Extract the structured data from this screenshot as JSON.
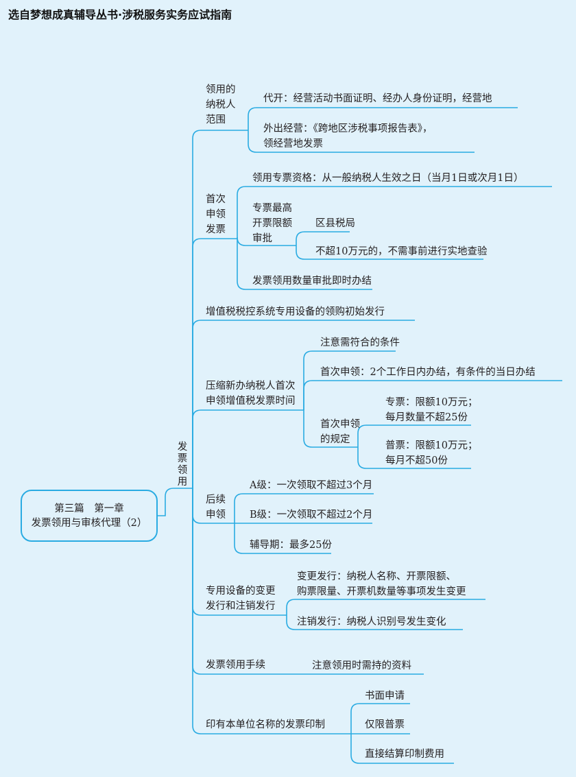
{
  "header": {
    "title": "选自梦想成真辅导丛书·涉税服务实务应试指南"
  },
  "center": {
    "line1": "第三篇　第一章",
    "line2": "发票领用与审核代理（2）"
  },
  "branch_label": "发票领用",
  "colors": {
    "line": "#29abe2",
    "background": "#e1f2fb"
  },
  "nodes": {
    "scope": {
      "label": [
        "领用的",
        "纳税人",
        "范围"
      ],
      "children": [
        "代开：经营活动书面证明、经办人身份证明，经营地",
        [
          "外出经营：《跨地区涉税事项报告表》，",
          "领经营地发票"
        ]
      ]
    },
    "first": {
      "label": [
        "首次",
        "申领",
        "发票"
      ],
      "c1": "领用专票资格：从一般纳税人生效之日（当月1日或次月1日）",
      "c2": {
        "label": [
          "专票最高",
          "开票限额",
          "审批"
        ],
        "children": [
          "区县税局",
          "不超10万元的，不需事前进行实地查验"
        ]
      },
      "c3": "发票领用数量审批即时办结"
    },
    "device": {
      "label": "增值税税控系统专用设备的领购初始发行"
    },
    "compress": {
      "label": [
        "压缩新办纳税人首次",
        "申领增值税发票时间"
      ],
      "c1": "注意需符合的条件",
      "c2": "首次申领：2个工作日内办结，有条件的当日办结",
      "c3": {
        "label": [
          "首次申领",
          "的规定"
        ],
        "children": [
          [
            "专票：限额10万元；",
            "每月数量不超25份"
          ],
          [
            "普票：限额10万元；",
            "每月不超50份"
          ]
        ]
      }
    },
    "subsequent": {
      "label": [
        "后续",
        "申领"
      ],
      "children": [
        "A级：一次领取不超过3个月",
        "B级：一次领取不超过2个月",
        "辅导期：最多25份"
      ]
    },
    "change": {
      "label": [
        "专用设备的变更",
        "发行和注销发行"
      ],
      "children": [
        [
          "变更发行：纳税人名称、开票限额、",
          "购票限量、开票机数量等事项发生变更"
        ],
        "注销发行：纳税人识别号发生变化"
      ]
    },
    "procedure": {
      "label": "发票领用手续",
      "child": "注意领用时需持的资料"
    },
    "printing": {
      "label": "印有本单位名称的发票印制",
      "children": [
        "书面申请",
        "仅限普票",
        "直接结算印制费用"
      ]
    }
  }
}
